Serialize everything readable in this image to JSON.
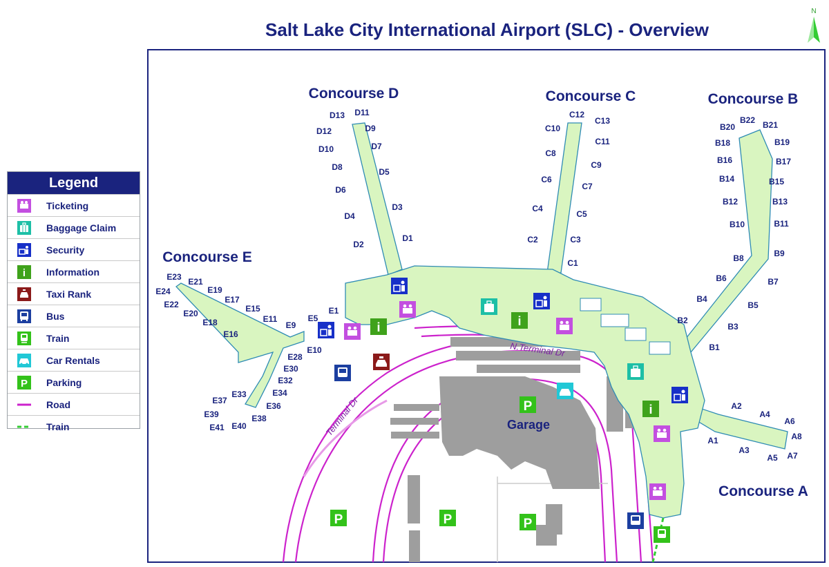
{
  "title": "Salt Lake City International Airport (SLC) - Overview",
  "north_label": "N",
  "legend": {
    "title": "Legend",
    "items": [
      {
        "label": "Ticketing",
        "icon": "ticketing-icon",
        "color": "#c34fe0"
      },
      {
        "label": "Baggage Claim",
        "icon": "baggage-claim-icon",
        "color": "#1dbfa6"
      },
      {
        "label": "Security",
        "icon": "security-icon",
        "color": "#1730c8"
      },
      {
        "label": "Information",
        "icon": "information-icon",
        "color": "#3fa21b"
      },
      {
        "label": "Taxi Rank",
        "icon": "taxi-icon",
        "color": "#8b1a1a"
      },
      {
        "label": "Bus",
        "icon": "bus-icon",
        "color": "#1c3fa0"
      },
      {
        "label": "Train",
        "icon": "train-icon",
        "color": "#33c21a"
      },
      {
        "label": "Car Rentals",
        "icon": "car-rental-icon",
        "color": "#21c8d6"
      },
      {
        "label": "Parking",
        "icon": "parking-icon",
        "color": "#33c21a"
      },
      {
        "label": "Road",
        "icon": "road-line",
        "color": "#cc22cc"
      },
      {
        "label": "Train",
        "icon": "train-line",
        "color": "#33cc33"
      }
    ]
  },
  "concourses": {
    "a": "Concourse A",
    "b": "Concourse B",
    "c": "Concourse C",
    "d": "Concourse D",
    "e": "Concourse E"
  },
  "roads": {
    "north": "N.Terminal Dr",
    "terminal": "Terminal Dr"
  },
  "garage": "Garage",
  "parking_letter": "P",
  "info_letter": "i",
  "colors": {
    "terminal_fill": "#d9f5c0",
    "terminal_stroke": "#2e8bb4",
    "road": "#cc22cc",
    "road_light": "#e79ae7",
    "garage": "#9e9e9e",
    "label": "#1a237e",
    "rail": "#33cc33"
  },
  "gates": [
    {
      "id": "D13"
    },
    {
      "id": "D11"
    },
    {
      "id": "D12"
    },
    {
      "id": "D9"
    },
    {
      "id": "D10"
    },
    {
      "id": "D7"
    },
    {
      "id": "D8"
    },
    {
      "id": "D5"
    },
    {
      "id": "D6"
    },
    {
      "id": "D4"
    },
    {
      "id": "D3"
    },
    {
      "id": "D2"
    },
    {
      "id": "D1"
    },
    {
      "id": "C12"
    },
    {
      "id": "C13"
    },
    {
      "id": "C10"
    },
    {
      "id": "C11"
    },
    {
      "id": "C8"
    },
    {
      "id": "C9"
    },
    {
      "id": "C6"
    },
    {
      "id": "C7"
    },
    {
      "id": "C4"
    },
    {
      "id": "C5"
    },
    {
      "id": "C2"
    },
    {
      "id": "C3"
    },
    {
      "id": "C1"
    },
    {
      "id": "B20"
    },
    {
      "id": "B22"
    },
    {
      "id": "B21"
    },
    {
      "id": "B18"
    },
    {
      "id": "B19"
    },
    {
      "id": "B16"
    },
    {
      "id": "B17"
    },
    {
      "id": "B14"
    },
    {
      "id": "B15"
    },
    {
      "id": "B12"
    },
    {
      "id": "B13"
    },
    {
      "id": "B10"
    },
    {
      "id": "B11"
    },
    {
      "id": "B9"
    },
    {
      "id": "B8"
    },
    {
      "id": "B7"
    },
    {
      "id": "B6"
    },
    {
      "id": "B5"
    },
    {
      "id": "B4"
    },
    {
      "id": "B3"
    },
    {
      "id": "B2"
    },
    {
      "id": "B1"
    },
    {
      "id": "A2"
    },
    {
      "id": "A4"
    },
    {
      "id": "A6"
    },
    {
      "id": "A8"
    },
    {
      "id": "A1"
    },
    {
      "id": "A3"
    },
    {
      "id": "A5"
    },
    {
      "id": "A7"
    },
    {
      "id": "E23"
    },
    {
      "id": "E21"
    },
    {
      "id": "E24"
    },
    {
      "id": "E19"
    },
    {
      "id": "E17"
    },
    {
      "id": "E22"
    },
    {
      "id": "E15"
    },
    {
      "id": "E20"
    },
    {
      "id": "E11"
    },
    {
      "id": "E18"
    },
    {
      "id": "E9"
    },
    {
      "id": "E5"
    },
    {
      "id": "E1"
    },
    {
      "id": "E16"
    },
    {
      "id": "E10"
    },
    {
      "id": "E28"
    },
    {
      "id": "E30"
    },
    {
      "id": "E32"
    },
    {
      "id": "E34"
    },
    {
      "id": "E33"
    },
    {
      "id": "E36"
    },
    {
      "id": "E37"
    },
    {
      "id": "E38"
    },
    {
      "id": "E39"
    },
    {
      "id": "E40"
    },
    {
      "id": "E41"
    }
  ]
}
